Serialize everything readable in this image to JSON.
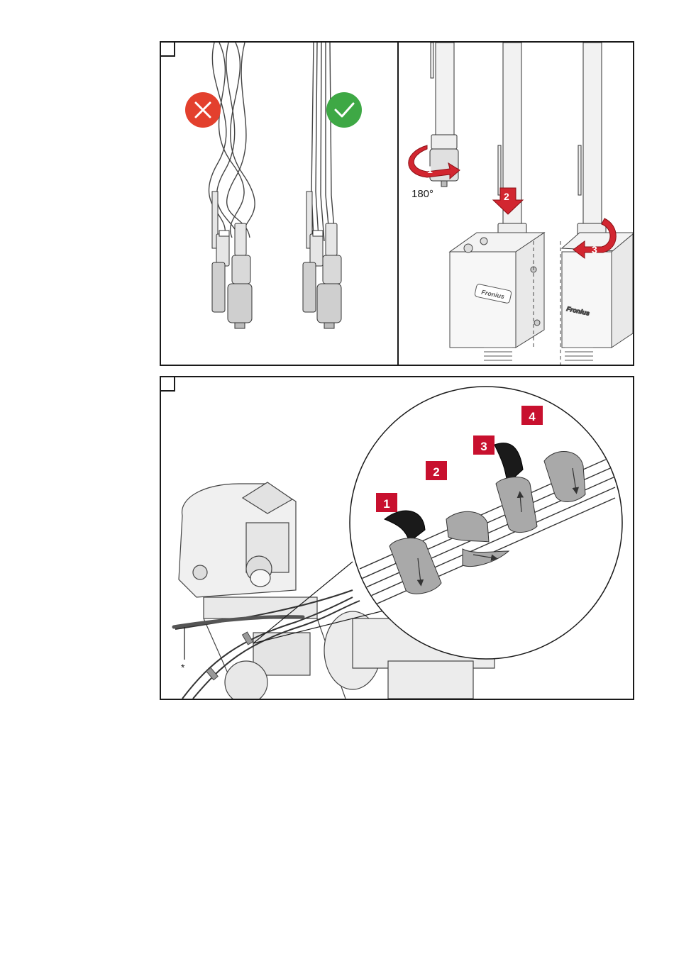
{
  "figure1": {
    "step_box_text": "",
    "left_panel": {
      "wrong_marker": "cross-icon",
      "right_marker": "check-icon",
      "colors": {
        "wrong": "#e3402d",
        "right": "#3ea845"
      }
    },
    "right_panel": {
      "steps": [
        "1",
        "2",
        "3"
      ],
      "rotation_label": "180°",
      "brand_label": "Fronius",
      "colors": {
        "arrow": "#d22630"
      }
    }
  },
  "figure2": {
    "step_box_text": "",
    "callouts": [
      "1",
      "2",
      "3",
      "4"
    ],
    "asterisk": "*",
    "colors": {
      "callout_bg": "#c8102e",
      "strap_dark": "#1a1a1a",
      "strap_gray": "#a9a9a9"
    }
  }
}
